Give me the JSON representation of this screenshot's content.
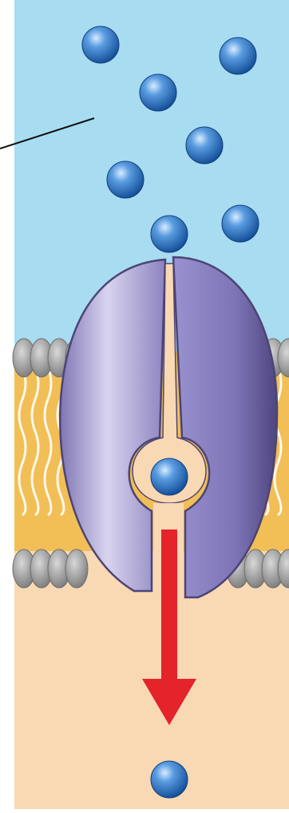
{
  "diagram": {
    "type": "membrane-channel-transport",
    "regions": [
      "extracellular",
      "lipid-bilayer",
      "cytoplasm"
    ],
    "molecule_count": 9,
    "colors": {
      "extracellular": "#a8dcf0",
      "cytoplasm": "#f9d8b4",
      "lipid_tail": "#f2bf56",
      "lipid_head": "#8d8d8d",
      "protein": "#8a7fbc",
      "protein_edge": "#4c4476",
      "molecule": "#2f78c4",
      "arrow": "#e4232a",
      "pointer_line": "#111111"
    },
    "icons": [
      "molecule-icon",
      "channel-protein-icon",
      "direction-arrow-icon"
    ]
  }
}
